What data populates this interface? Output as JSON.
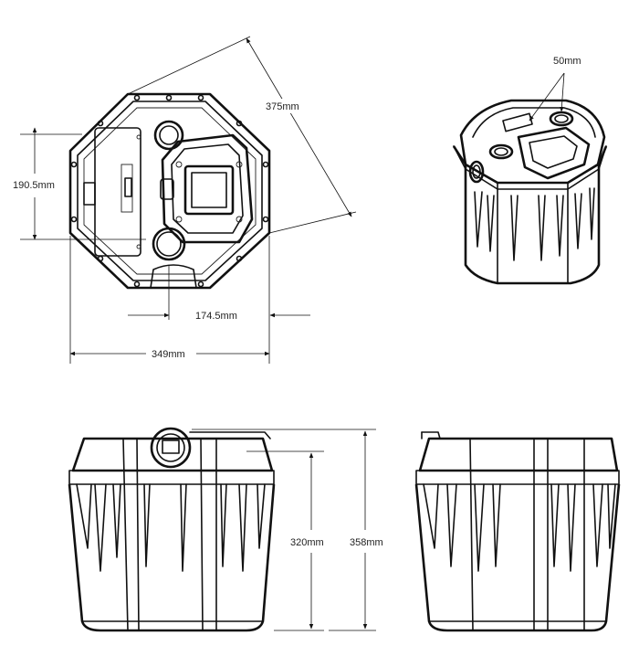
{
  "dimensions": {
    "diagonal": "375mm",
    "height_top": "190.5mm",
    "half_width": "174.5mm",
    "width": "349mm",
    "port_diameter": "50mm",
    "height_body": "320mm",
    "height_total": "358mm"
  }
}
